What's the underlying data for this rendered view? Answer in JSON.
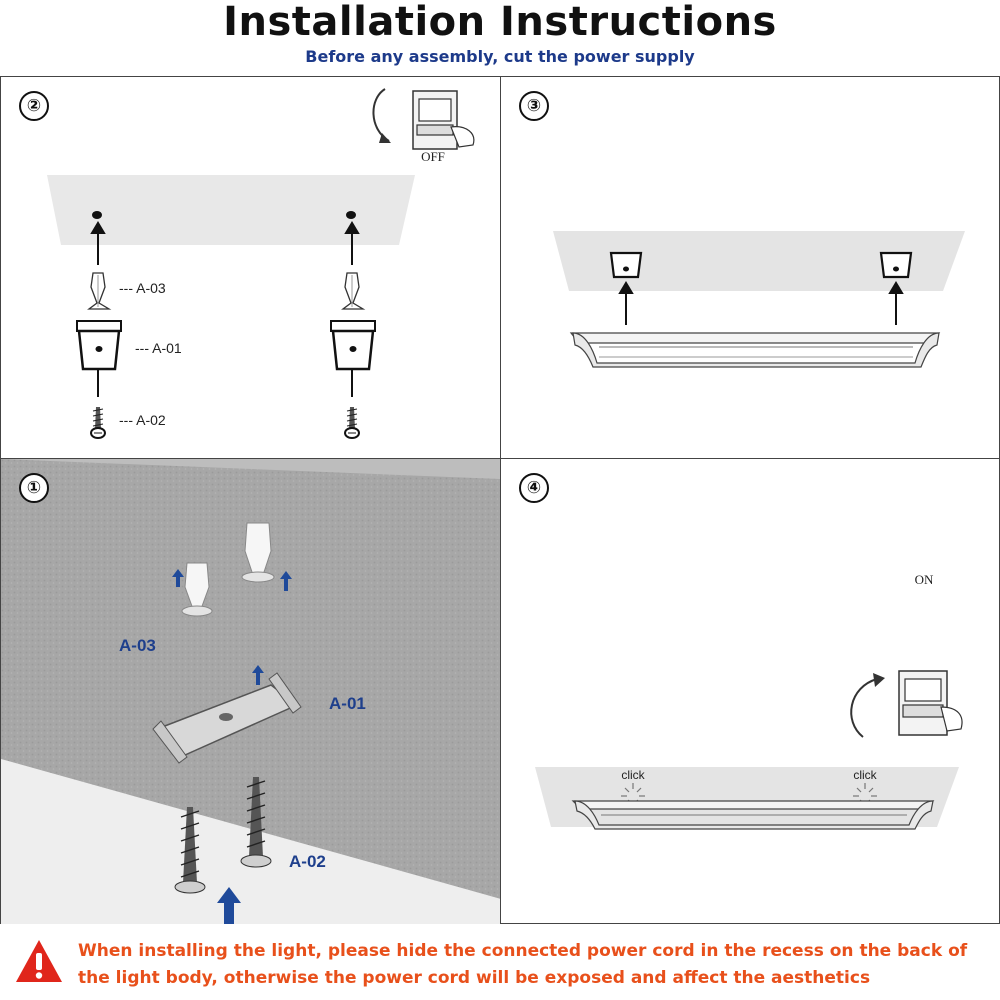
{
  "header": {
    "title": "Installation Instructions",
    "subtitle": "Before any assembly, cut the power supply"
  },
  "steps": {
    "step2": {
      "number": "②",
      "switch_label": "OFF",
      "labels": {
        "anchor": "--- A-03",
        "bracket": "--- A-01",
        "screw": "--- A-02"
      }
    },
    "step3": {
      "number": "③"
    },
    "step1": {
      "number": "①",
      "labels": {
        "anchor": "A-03",
        "bracket": "A-01",
        "screw": "A-02"
      }
    },
    "step4": {
      "number": "④",
      "switch_label": "ON",
      "click_left": "click",
      "click_right": "click"
    }
  },
  "warning": {
    "icon": "warning-triangle-icon",
    "text": "When installing the light, please hide the connected power cord in the recess on the back of the light body, otherwise the power cord will be exposed and affect the aesthetics"
  },
  "colors": {
    "title": "#111111",
    "subtitle": "#1d3a8a",
    "warning": "#e8501b",
    "label_blue": "#1e3f8c"
  }
}
